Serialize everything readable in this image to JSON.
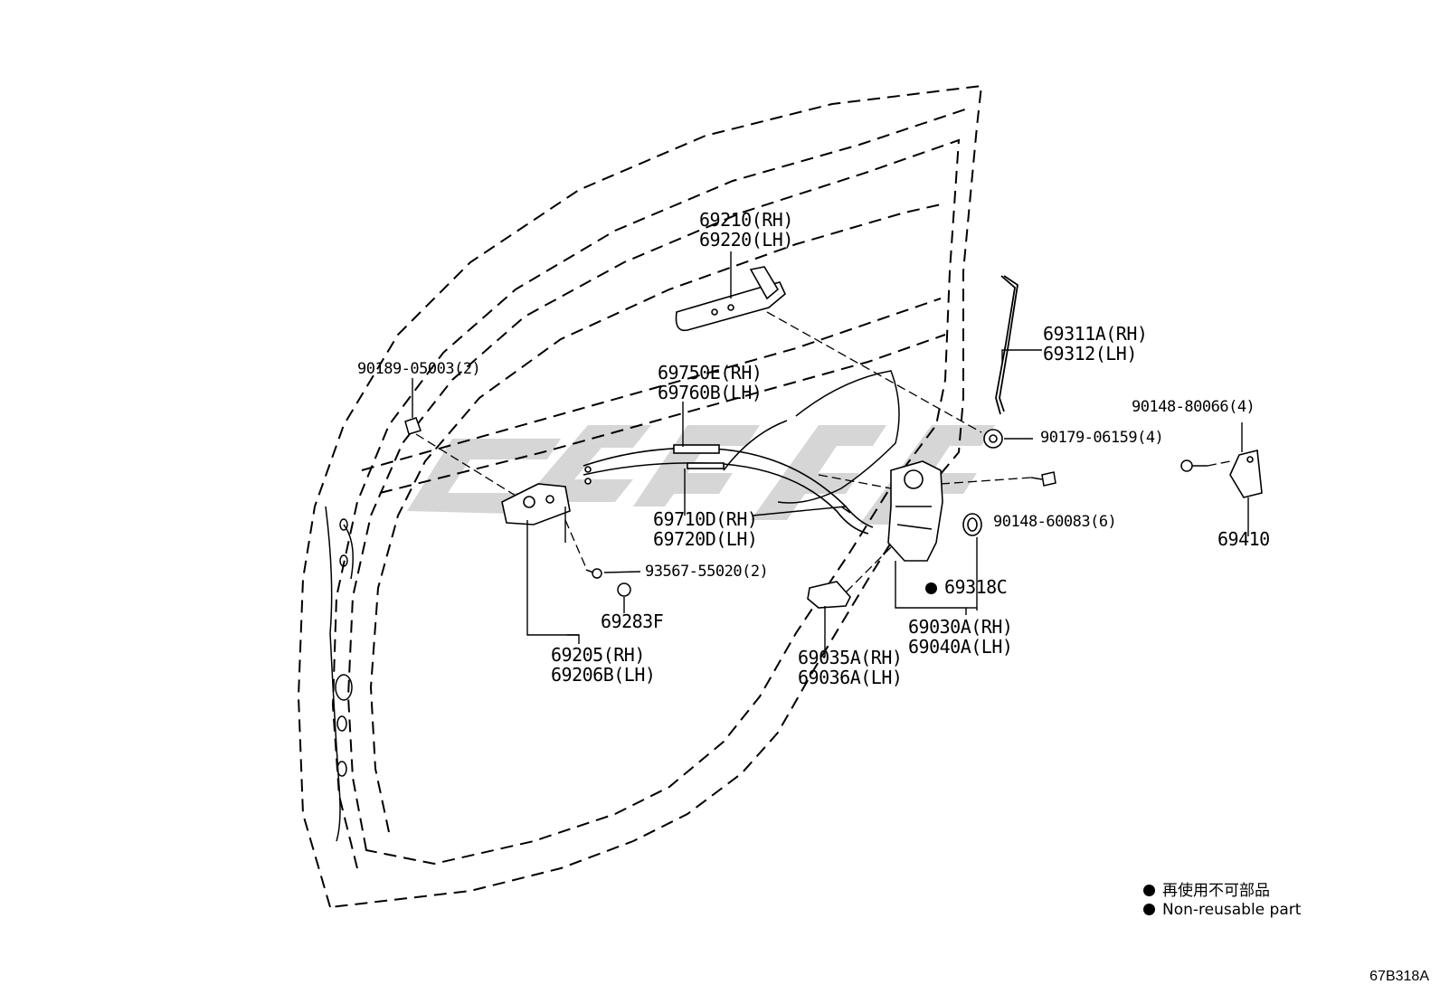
{
  "parts": {
    "p69210": "69210(RH)",
    "p69220": "69220(LH)",
    "p69311": "69311A(RH)",
    "p69312": "69312(LH)",
    "p90189": "90189-05003(2)",
    "p69750": "69750E(RH)",
    "p69760": "69760B(LH)",
    "p90148a": "90148-80066(4)",
    "p90179": "90179-06159(4)",
    "p90148b": "90148-60083(6)",
    "p69710": "69710D(RH)",
    "p69720": "69720D(LH)",
    "p69410": "69410",
    "p93567": "93567-55020(2)",
    "p69318": "69318C",
    "p69283": "69283F",
    "p69030": "69030A(RH)",
    "p69040": "69040A(LH)",
    "p69205": "69205(RH)",
    "p69206": "69206B(LH)",
    "p69035": "69035A(RH)",
    "p69036": "69036A(LH)"
  },
  "legend": {
    "japanese": "再使用不可部品",
    "english": "Non-reusable part"
  },
  "diagram_code": "67B318A",
  "colors": {
    "line": "#000000",
    "watermark": "#c8c8c8"
  }
}
